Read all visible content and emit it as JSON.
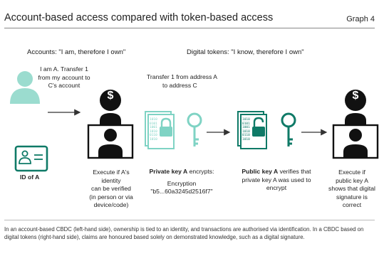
{
  "header": {
    "title": "Account-based access compared with token-based access",
    "graph_label": "Graph 4"
  },
  "left_panel": {
    "heading": "Accounts: \"I am, therefore I own\"",
    "speech": [
      "I am A. Transfer 1",
      "from my account to",
      "C's account"
    ],
    "id_label": "ID of A",
    "execute": [
      "Execute if A's",
      "identity",
      "can be verified",
      "(in person or via",
      "device/code)"
    ]
  },
  "right_panel": {
    "heading": "Digital tokens: \"I know, therefore I own\"",
    "transfer": [
      "Transfer 1 from address A",
      "to address C"
    ],
    "private_key": {
      "bold": "Private key A",
      "rest": " encrypts:",
      "encryption_label": "Encryption",
      "encryption_value": "\"b5...60a3245d2516f7\""
    },
    "public_key": {
      "bold": "Public key A",
      "rest": " verifies that",
      "line2": "private key A was used to",
      "line3": "encrypt"
    },
    "execute": [
      "Execute if",
      "public key A",
      "shows that digital",
      "signature is",
      "correct"
    ]
  },
  "caption": "In an account-based CBDC (left-hand side), ownership is tied to an identity, and transactions are authorised via identification. In a CBDC based on digital tokens (right-hand side), claims are honoured based solely on demonstrated knowledge, such as a digital signature.",
  "colors": {
    "teal_light": "#7fd3c4",
    "teal_dark": "#0f7a67",
    "dark": "#111111"
  },
  "icons": {
    "dollar_symbol": "$",
    "binary_rows": [
      "1010",
      "0101",
      "1001",
      "1010",
      "0110",
      "1010"
    ]
  }
}
